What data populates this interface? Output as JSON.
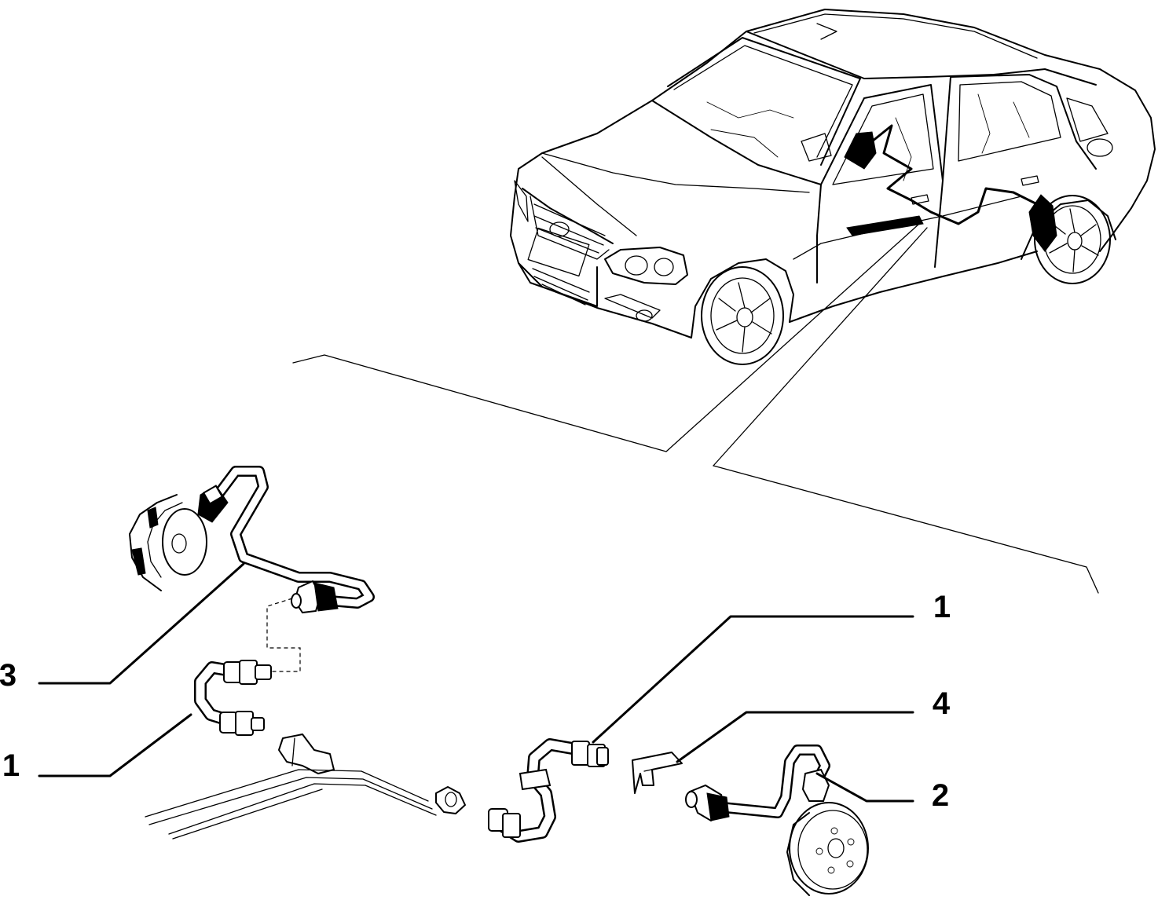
{
  "callouts": [
    {
      "id": "c3",
      "label": "3"
    },
    {
      "id": "c1a",
      "label": "1"
    },
    {
      "id": "c1b",
      "label": "1"
    },
    {
      "id": "c4",
      "label": "4"
    },
    {
      "id": "c2",
      "label": "2"
    }
  ]
}
